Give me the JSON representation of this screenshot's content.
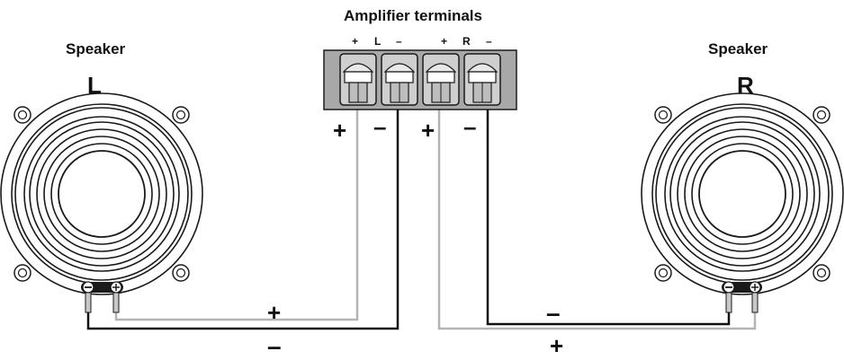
{
  "amplifier": {
    "title": "Amplifier terminals",
    "terminal_labels": [
      "+",
      "L",
      "–",
      "+",
      "R",
      "–"
    ],
    "polarity_marks": [
      "+",
      "–",
      "+",
      "–"
    ]
  },
  "speaker_left": {
    "caption": "Speaker",
    "side": "L"
  },
  "speaker_right": {
    "caption": "Speaker",
    "side": "R"
  },
  "wire_labels": {
    "left_positive": "+",
    "left_negative": "–",
    "right_negative": "–",
    "right_positive": "+"
  },
  "colors": {
    "positive_wire": "#b4b4b4",
    "negative_wire": "#111111",
    "amp_body": "#a8a8a8",
    "outline": "#1a1a1a"
  }
}
